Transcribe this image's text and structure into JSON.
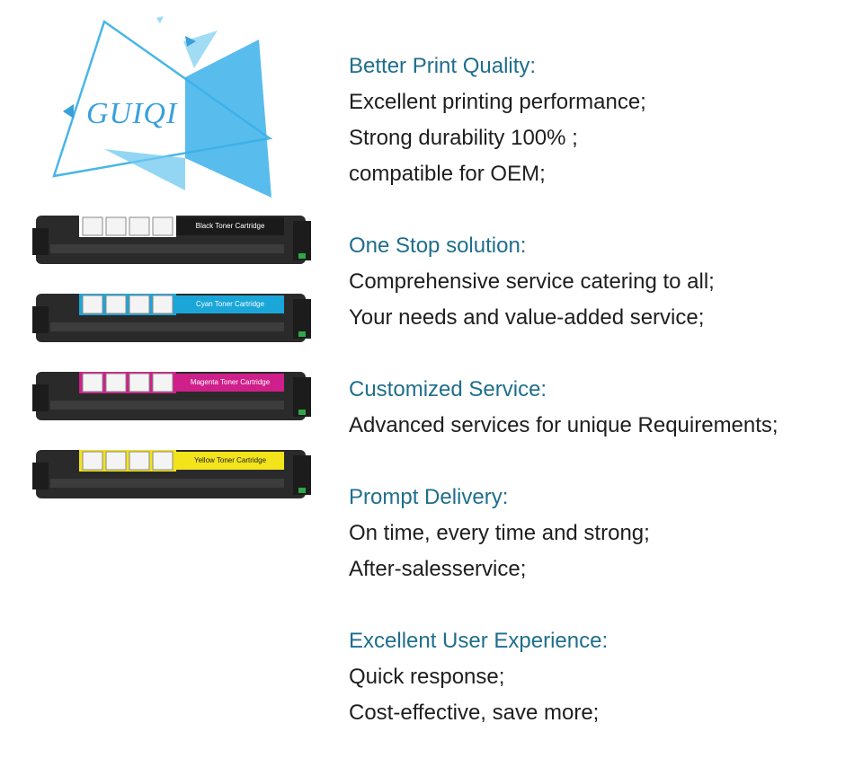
{
  "logo": {
    "text": "GUIQI",
    "color": "#3aa0dc"
  },
  "cartridges": [
    {
      "label": "Black Toner Cartridge",
      "color": "#1a1a1a"
    },
    {
      "label": "Cyan Toner Cartridge",
      "color": "#1aa6d9"
    },
    {
      "label": "Magenta Toner Cartridge",
      "color": "#cf1f8a"
    },
    {
      "label": "Yellow Toner Cartridge",
      "color": "#f2e31b"
    }
  ],
  "features": [
    {
      "title": "Better Print Quality:",
      "lines": [
        "Excellent printing performance;",
        "Strong durability 100% ;",
        "compatible for OEM;"
      ]
    },
    {
      "title": "One Stop solution:",
      "lines": [
        "Comprehensive service catering to all;",
        "Your needs and value-added service;"
      ]
    },
    {
      "title": "Customized Service:",
      "lines": [
        "Advanced services for unique Requirements;"
      ]
    },
    {
      "title": "Prompt Delivery:",
      "lines": [
        "On time, every time and strong;",
        "After-salesservice;"
      ]
    },
    {
      "title": "Excellent User Experience:",
      "lines": [
        "Quick response;",
        "Cost-effective, save more;"
      ]
    }
  ],
  "colors": {
    "title": "#1f6e8c",
    "text": "#1e1e1e",
    "accent": "#3aa0dc"
  }
}
